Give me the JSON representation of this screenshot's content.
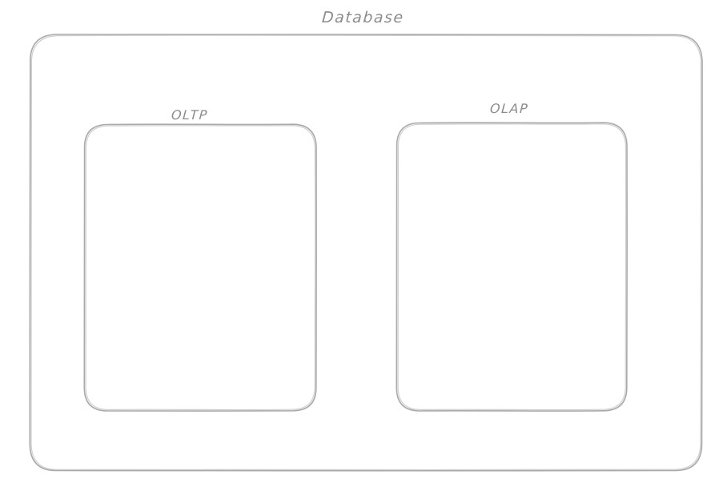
{
  "diagram": {
    "title": "Database",
    "nodes": [
      {
        "id": "oltp",
        "label": "OLTP"
      },
      {
        "id": "olap",
        "label": "OLAP"
      }
    ]
  },
  "colors": {
    "shape-stroke": "#a9a9a9",
    "label-text": "#8c8c8c",
    "canvas-bg": "#ffffff"
  }
}
